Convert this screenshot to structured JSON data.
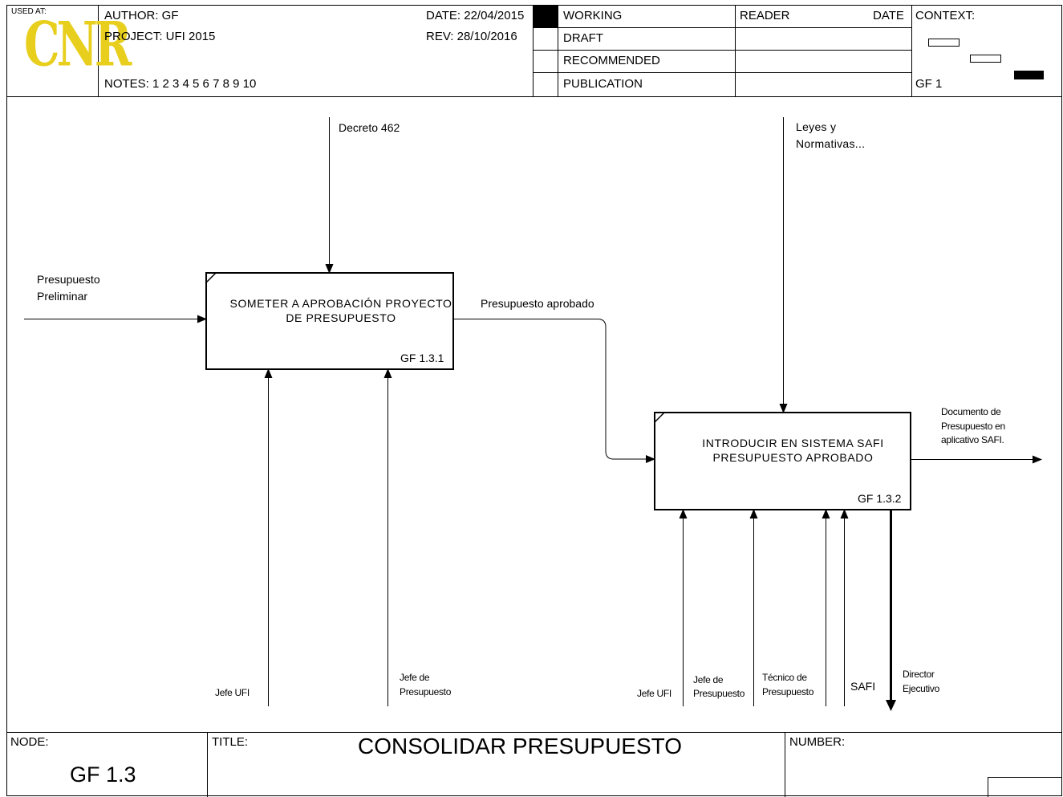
{
  "header": {
    "used_at": "USED AT:",
    "logo_text": "CNR",
    "author": "AUTHOR:  GF",
    "project": "PROJECT:  UFI 2015",
    "notes": "NOTES:  1  2  3  4  5  6  7  8  9  10",
    "date": "DATE:  22/04/2015",
    "rev": "REV:    28/10/2016",
    "status": [
      "WORKING",
      "DRAFT",
      "RECOMMENDED",
      "PUBLICATION"
    ],
    "reader": "READER",
    "reader_date": "DATE",
    "context": "CONTEXT:",
    "context_node": "GF 1"
  },
  "diagram": {
    "box1": {
      "title_line1": "SOMETER A APROBACIÓN  PROYECTO",
      "title_line2": "DE PRESUPUESTO",
      "node": "GF 1.3.1"
    },
    "box2": {
      "title_line1": "INTRODUCIR EN SISTEMA SAFI",
      "title_line2": "PRESUPUESTO APROBADO",
      "node": "GF 1.3.2"
    },
    "inputs": {
      "presupuesto_preliminar_1": "Presupuesto",
      "presupuesto_preliminar_2": "Preliminar"
    },
    "controls": {
      "decreto": "Decreto 462",
      "leyes_1": "Leyes y",
      "leyes_2": "Normativas..."
    },
    "flows": {
      "presupuesto_aprobado": "Presupuesto aprobado"
    },
    "outputs": {
      "doc_1": "Documento de",
      "doc_2": "Presupuesto en",
      "doc_3": "aplicativo SAFI."
    },
    "mechanisms": {
      "jefe_ufi_1": "Jefe UFI",
      "jefe_pres_1a": "Jefe de",
      "jefe_pres_1b": "Presupuesto",
      "jefe_ufi_2": "Jefe UFI",
      "jefe_pres_2a": "Jefe de",
      "jefe_pres_2b": "Presupuesto",
      "tecnico_a": "Técnico de",
      "tecnico_b": "Presupuesto",
      "safi": "SAFI",
      "director_a": "Director",
      "director_b": "Ejecutivo"
    }
  },
  "footer": {
    "node_label": "NODE:",
    "node_value": "GF 1.3",
    "title_label": "TITLE:",
    "title_value": "CONSOLIDAR PRESUPUESTO",
    "number_label": "NUMBER:"
  },
  "colors": {
    "logo": "#e8cf1d",
    "line": "#000000"
  }
}
